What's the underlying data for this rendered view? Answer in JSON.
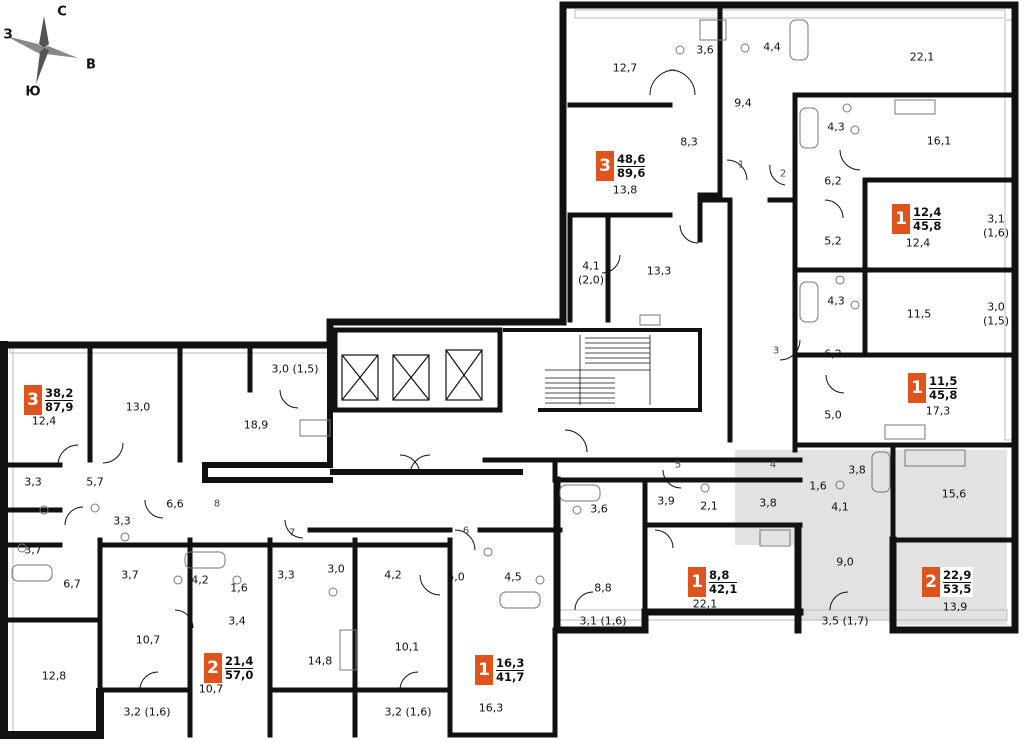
{
  "compass": {
    "north": "С",
    "west": "З",
    "east": "В",
    "south": "Ю"
  },
  "colors": {
    "wall": "#111111",
    "accent": "#e0531c",
    "highlight": "#e2e2e2",
    "fixture": "#888888"
  },
  "apartments": [
    {
      "rooms": "3",
      "living": "48,6",
      "total": "89,6"
    },
    {
      "rooms": "1",
      "living": "12,4",
      "total": "45,8"
    },
    {
      "rooms": "1",
      "living": "11,5",
      "total": "45,8"
    },
    {
      "rooms": "3",
      "living": "38,2",
      "total": "87,9"
    },
    {
      "rooms": "2",
      "living": "21,4",
      "total": "57,0"
    },
    {
      "rooms": "1",
      "living": "16,3",
      "total": "41,7"
    },
    {
      "rooms": "1",
      "living": "8,8",
      "total": "42,1"
    },
    {
      "rooms": "2",
      "living": "22,9",
      "total": "53,5"
    }
  ],
  "rooms": [
    "12,7",
    "3,6",
    "4,4",
    "22,1",
    "9,4",
    "8,3",
    "13,8",
    "4,3",
    "16,1",
    "6,2",
    "5,2",
    "12,4",
    "3,1",
    "(1,6)",
    "4,1",
    "(2,0)",
    "13,3",
    "4,3",
    "11,5",
    "3,0",
    "(1,5)",
    "6,2",
    "5,0",
    "17,3",
    "3,0 (1,5)",
    "13,0",
    "12,4",
    "18,9",
    "3,3",
    "5,7",
    "6,6",
    "3,3",
    "3,7",
    "6,7",
    "12,8",
    "3,7",
    "4,2",
    "1,6",
    "10,7",
    "10,7",
    "3,2 (1,6)",
    "3,4",
    "3,3",
    "3,0",
    "14,8",
    "4,2",
    "5,0",
    "4,5",
    "10,1",
    "3,2 (1,6)",
    "16,3",
    "3,6",
    "3,9",
    "2,1",
    "8,8",
    "3,1 (1,6)",
    "22,1",
    "1,6",
    "3,8",
    "3,8",
    "4,1",
    "15,6",
    "9,0",
    "3,5 (1,7)",
    "13,9"
  ],
  "doors": [
    "1",
    "2",
    "3",
    "4",
    "5",
    "6",
    "7",
    "8"
  ]
}
